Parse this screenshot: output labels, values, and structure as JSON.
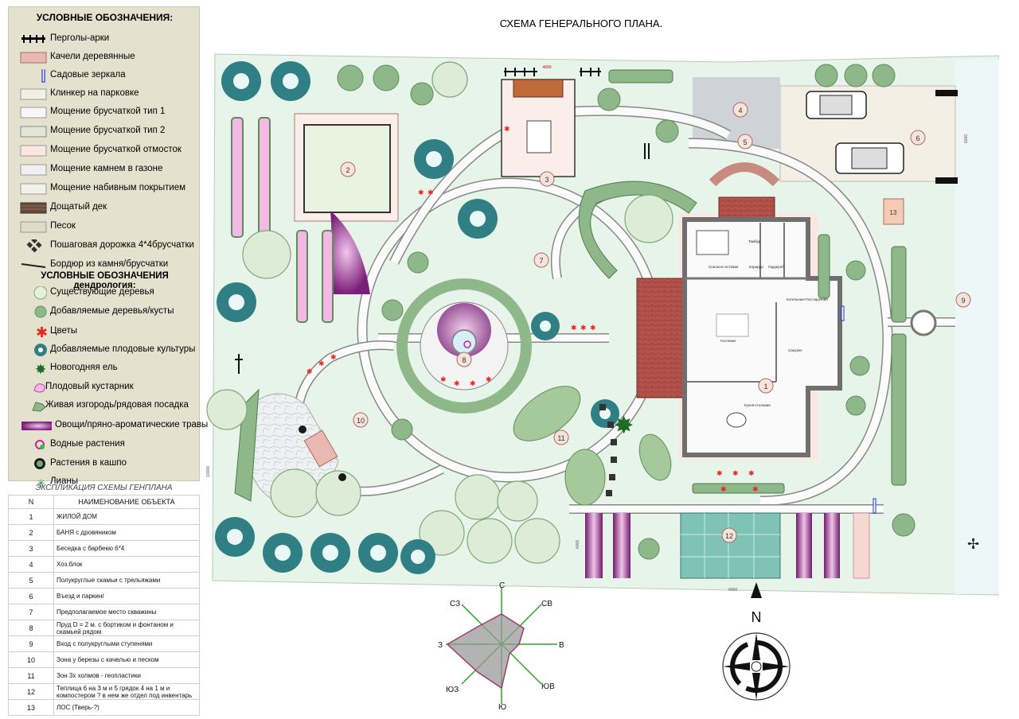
{
  "plan_title": "СХЕМА ГЕНЕРАЛЬНОГО ПЛАНА.",
  "legend": {
    "title": "УСЛОВНЫЕ ОБОЗНАЧЕНИЯ:",
    "items": [
      {
        "label": "Перголы-арки",
        "icon": "pergola-icon"
      },
      {
        "label": "Качели деревянные",
        "icon": "swing-icon"
      },
      {
        "label": "Садовые зеркала",
        "icon": "mirror-icon"
      },
      {
        "label": "Клинкер на парковке",
        "icon": "clinker-icon"
      },
      {
        "label": "Мощение брусчаткой тип 1",
        "icon": "paving-type1-icon"
      },
      {
        "label": "Мощение брусчаткой тип 2",
        "icon": "paving-type2-icon"
      },
      {
        "label": "Мощение брусчаткой отмосток",
        "icon": "paving-blind-area-icon"
      },
      {
        "label": "Мощение камнем в газоне",
        "icon": "stone-in-lawn-icon"
      },
      {
        "label": "Мощение набивным покрытием",
        "icon": "rammed-surface-icon"
      },
      {
        "label": "Дощатый дек",
        "icon": "deck-icon"
      },
      {
        "label": "Песок",
        "icon": "sand-icon"
      },
      {
        "label": "Пошаговая дорожка 4*4брусчатки",
        "icon": "stepping-path-icon"
      },
      {
        "label": "Бордюр из камня/брусчатки",
        "icon": "curb-icon"
      }
    ],
    "dendro_title": "УСЛОВНЫЕ ОБОЗНАЧЕНИЯ дендрология:",
    "dendro_items": [
      {
        "label": "Существующие деревья",
        "icon": "existing-tree-icon"
      },
      {
        "label": "Добавляемые деревья/кусты",
        "icon": "added-tree-icon"
      },
      {
        "label": "Цветы",
        "icon": "flower-icon"
      },
      {
        "label": "Добавляемые плодовые культуры",
        "icon": "fruit-tree-icon"
      },
      {
        "label": "Новогодняя ель",
        "icon": "christmas-tree-icon"
      },
      {
        "label": "Плодовый кустарник",
        "icon": "fruit-shrub-icon"
      },
      {
        "label": "Живая изгородь/рядовая посадка",
        "icon": "hedge-icon"
      },
      {
        "label": "Овощи/пряно-ароматические травы",
        "icon": "herbs-icon"
      },
      {
        "label": "Водные растения",
        "icon": "water-plant-icon"
      },
      {
        "label": "Растения в кашпо",
        "icon": "potted-plant-icon"
      },
      {
        "label": "Лианы",
        "icon": "vine-icon"
      }
    ]
  },
  "explication": {
    "title": "ЭКСПЛИКАЦИЯ  СХЕМЫ ГЕНПЛАНА",
    "col_n": "N",
    "col_name": "НАИМЕНОВАНИЕ  ОБЪЕКТА",
    "rows": [
      {
        "n": "1",
        "name": "ЖИЛОЙ ДОМ"
      },
      {
        "n": "2",
        "name": "БАНЯ  с дровяником"
      },
      {
        "n": "3",
        "name": "Беседка с барбекю 6*4"
      },
      {
        "n": "4",
        "name": "Хоз.блок"
      },
      {
        "n": "5",
        "name": "Полукруглые скамьи с трельяжами"
      },
      {
        "n": "6",
        "name": "Въезд и паркинг"
      },
      {
        "n": "7",
        "name": "Предполагаемое место скважины"
      },
      {
        "n": "8",
        "name": "Пруд D = 2 м. с бортиком и фонтаном и скамьей рядом"
      },
      {
        "n": "9",
        "name": "Вход с полукруглыми ступенями"
      },
      {
        "n": "10",
        "name": "Зона у березы с качелью и песком"
      },
      {
        "n": "11",
        "name": "Зон 3х холмов - геопластики"
      },
      {
        "n": "12",
        "name": "Теплица 6 на 3 м и 5 грядок 4 на 1 м и компостером ? в нем же отдел под инвентарь"
      },
      {
        "n": "13",
        "name": "ЛОС (Тверь-?)"
      }
    ]
  },
  "house_rooms": {
    "bedroom": "Спальня гостевая",
    "corridor": "Коридор",
    "dressing": "Гардероб",
    "boiler": "Котельная+Постирочная",
    "living": "Гостиная",
    "bath": "Санузел",
    "kitchen": "Кухня-столовая",
    "tambour": "Тамбур"
  },
  "plan_markers": [
    "1",
    "2",
    "3",
    "4",
    "5",
    "6",
    "7",
    "8",
    "9",
    "10",
    "11",
    "12",
    "13"
  ],
  "dimensions": {
    "d1": "6000",
    "d2": "4000",
    "d3": "6000",
    "d4": "10000",
    "d5": "6000"
  },
  "wind_rose": {
    "n": "С",
    "ne": "СВ",
    "e": "В",
    "se": "ЮВ",
    "s": "Ю",
    "sw": "ЮЗ",
    "w": "З",
    "nw": "СЗ"
  },
  "compass": {
    "north": "N"
  },
  "colors": {
    "legend_bg": "#e4e2cf",
    "lawn": "#e6f4e8",
    "tree": "#8fb88a",
    "fruit_tree": "#2f7f84",
    "herbs": "#8a2f8a",
    "flower": "#e8261e",
    "brick": "#b5524a"
  }
}
